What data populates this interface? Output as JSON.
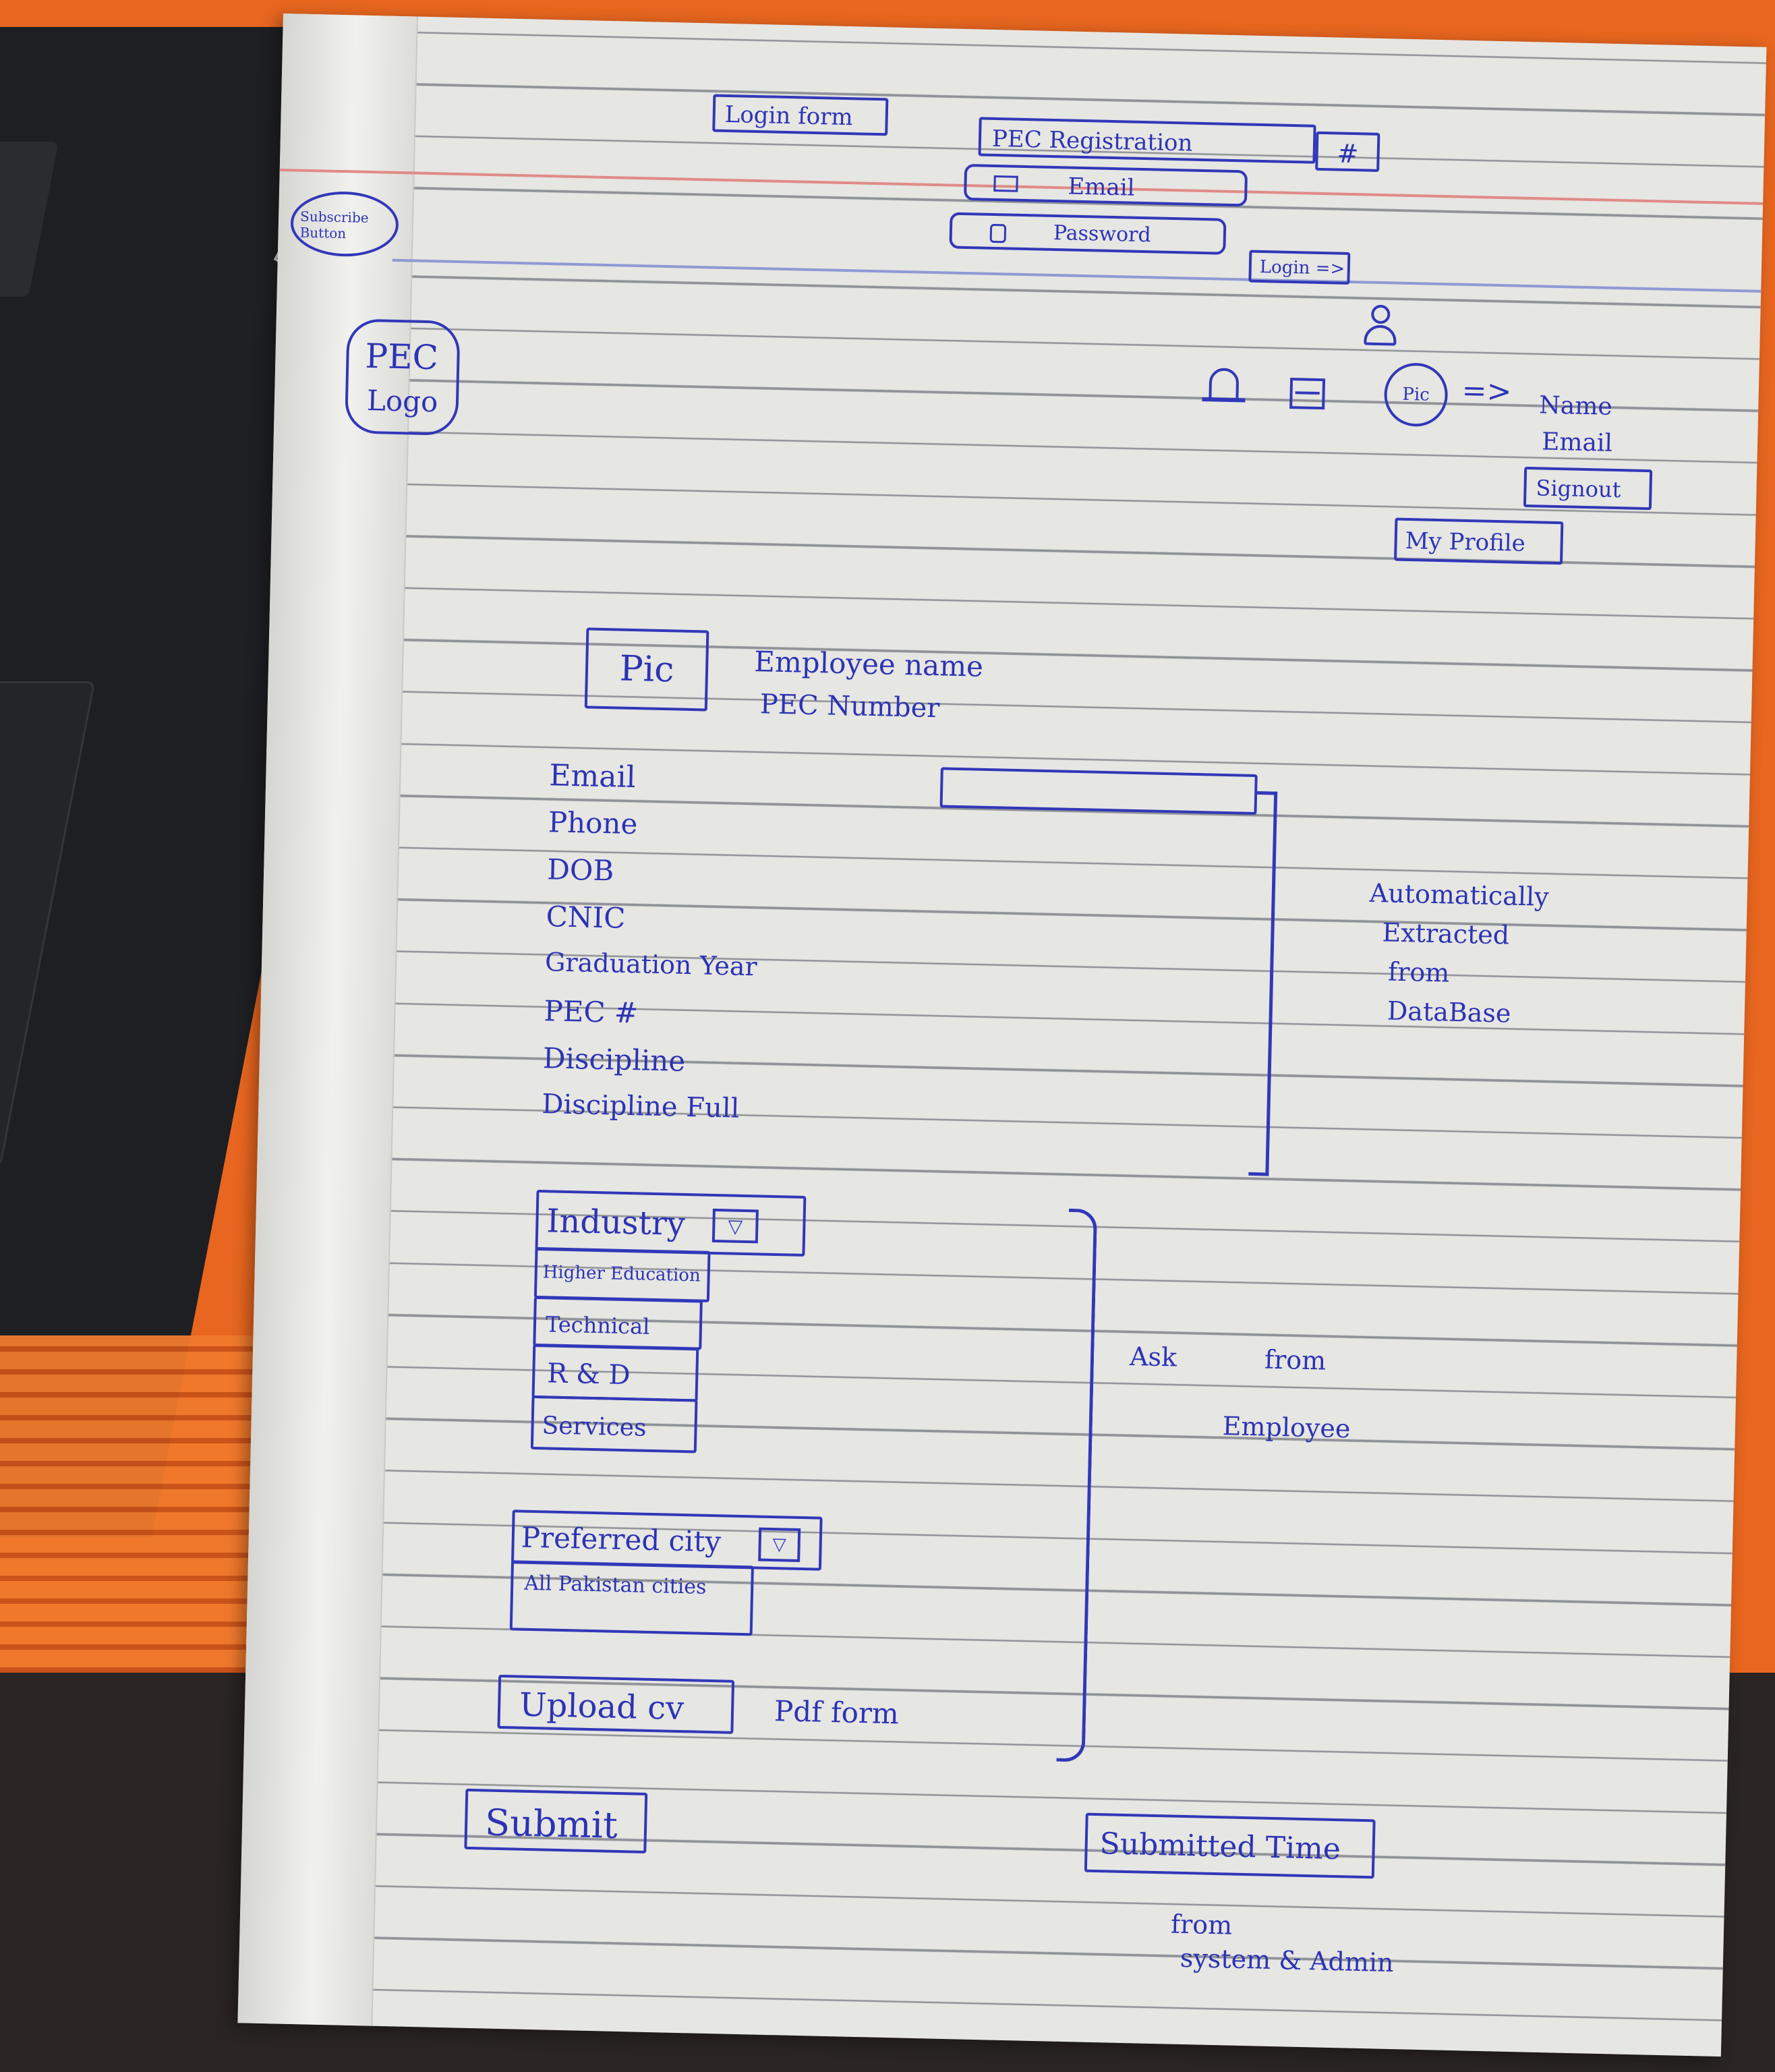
{
  "login": {
    "title": "Login form",
    "pec_field": "PEC Registration",
    "pec_hash": "#",
    "email_field": "Email",
    "password_field": "Password",
    "login_button": "Login =>",
    "side_note": "Subscribe Button"
  },
  "header": {
    "logo_line1": "PEC",
    "logo_line2": "Logo",
    "avatar_label": "Pic",
    "arrow": "=>",
    "menu_name": "Name",
    "menu_email": "Email",
    "signout": "Signout",
    "my_profile": "My Profile"
  },
  "profile": {
    "pic_label": "Pic",
    "employee_name": "Employee name",
    "pec_number": "PEC Number"
  },
  "fields": {
    "labels": [
      "Email",
      "Phone",
      "DOB",
      "CNIC",
      "Graduation Year",
      "PEC #",
      "Discipline",
      "Discipline Full"
    ],
    "note": [
      "Automatically",
      "Extracted",
      "from",
      "DataBase"
    ]
  },
  "industry": {
    "label": "Industry",
    "options": [
      "Higher Education",
      "Technical",
      "R & D",
      "Services"
    ]
  },
  "city": {
    "label": "Preferred city",
    "option": "All Pakistan cities"
  },
  "upload": {
    "button": "Upload cv",
    "note": "Pdf form"
  },
  "ask_note": [
    "Ask",
    "from",
    "Employee"
  ],
  "submit": "Submit",
  "submitted": {
    "label": "Submitted Time",
    "note_line1": "from",
    "note_line2": "system & Admin"
  },
  "colors": {
    "ink": "#2d33b4",
    "paper": "#e6e6e3",
    "desk": "#e8661f"
  }
}
